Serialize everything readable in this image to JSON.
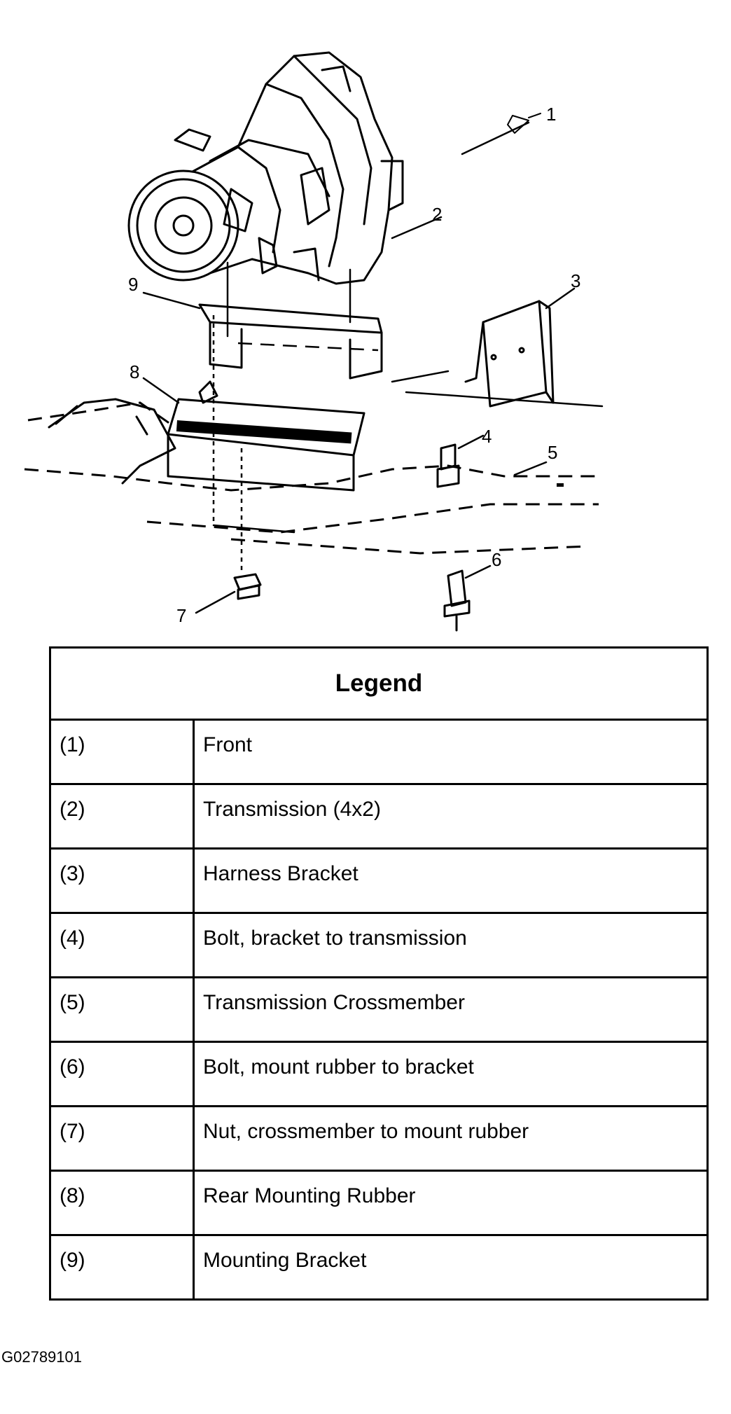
{
  "callouts": [
    "1",
    "2",
    "3",
    "4",
    "5",
    "6",
    "7",
    "8",
    "9"
  ],
  "legend": {
    "title": "Legend",
    "rows": [
      {
        "num": "(1)",
        "desc": "Front"
      },
      {
        "num": "(2)",
        "desc": "Transmission (4x2)"
      },
      {
        "num": "(3)",
        "desc": "Harness Bracket"
      },
      {
        "num": "(4)",
        "desc": "Bolt, bracket to transmission"
      },
      {
        "num": "(5)",
        "desc": "Transmission Crossmember"
      },
      {
        "num": "(6)",
        "desc": "Bolt, mount rubber to bracket"
      },
      {
        "num": "(7)",
        "desc": "Nut, crossmember to mount rubber"
      },
      {
        "num": "(8)",
        "desc": "Rear Mounting Rubber"
      },
      {
        "num": "(9)",
        "desc": "Mounting Bracket"
      }
    ]
  },
  "figure_id": "G02789101"
}
